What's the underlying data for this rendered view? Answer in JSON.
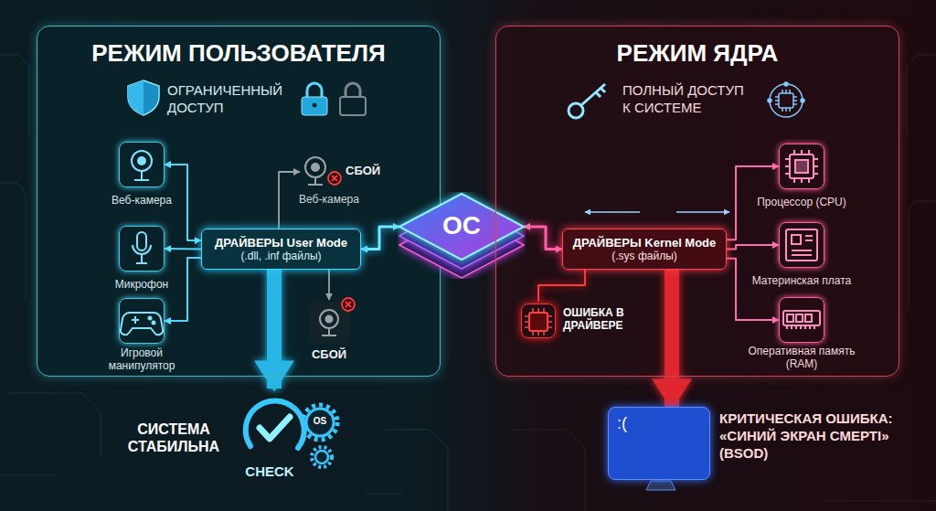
{
  "diagram": {
    "nodes": [
      {
        "text": [
          "РЕЖИМ ПОЛЬЗОВАТЕЛЯ"
        ]
      },
      {
        "text": [
          "Веб-камера"
        ],
        "in": 0
      },
      {
        "text": [
          "Микрофон"
        ],
        "in": 0
      },
      {
        "text": [
          "Игровой манипулятор"
        ],
        "in": 0
      },
      {
        "text": [
          "ДРАЙВЕРЫ User Mode",
          "(.dll, .inf файлы)"
        ],
        "in": 0
      },
      {
        "text": [
          "СБОЙ",
          "Веб-камера"
        ],
        "in": 0
      },
      {
        "text": [
          "СБОЙ"
        ],
        "in": 0
      },
      {
        "text": [
          "ОС"
        ]
      },
      {
        "text": [
          "РЕЖИМ ЯДРА"
        ]
      },
      {
        "text": [
          "ДРАЙВЕРЫ Kernel Mode",
          "(.sys файлы)"
        ],
        "in": 8
      },
      {
        "text": [
          "Процессор (CPU)"
        ],
        "in": 8
      },
      {
        "text": [
          "Материнская плата"
        ],
        "in": 8
      },
      {
        "text": [
          "Оперативная память (RAM)"
        ],
        "in": 8
      },
      {
        "text": [
          "ОШИБКА В ДРАЙВЕРЕ"
        ],
        "in": 8
      },
      {
        "text": [
          "СИСТЕМА СТАБИЛЬНА",
          "OS",
          "CHECK"
        ]
      },
      {
        "text": [
          ":(",
          "КРИТИЧЕСКАЯ ОШИБКА: «СИНИЙ ЭКРАН СМЕРТІ» (BSOD)"
        ]
      }
    ],
    "edges": [
      {
        "from": 4,
        "to": 1,
        "arrow": "both"
      },
      {
        "from": 4,
        "to": 2,
        "arrow": "to"
      },
      {
        "from": 4,
        "to": 3,
        "arrow": "to"
      },
      {
        "from": 4,
        "to": 5,
        "arrow": "to"
      },
      {
        "from": 4,
        "to": 6,
        "arrow": "to"
      },
      {
        "from": 4,
        "to": 7,
        "arrow": "both"
      },
      {
        "from": 7,
        "to": 9,
        "arrow": "both"
      },
      {
        "from": 9,
        "to": 10,
        "arrow": "to"
      },
      {
        "from": 9,
        "to": 11,
        "arrow": "to"
      },
      {
        "from": 9,
        "to": 12,
        "arrow": "to"
      },
      {
        "from": 13,
        "to": 9,
        "arrow": "none"
      },
      {
        "from": 4,
        "to": 14,
        "arrow": "to"
      },
      {
        "from": 9,
        "to": 15,
        "arrow": "to"
      }
    ],
    "labels": [
      "ОГРАНИЧЕННЫЙ ДОСТУП",
      "ПОЛНЫЙ ДОСТУП К СИСТЕМЕ"
    ]
  }
}
